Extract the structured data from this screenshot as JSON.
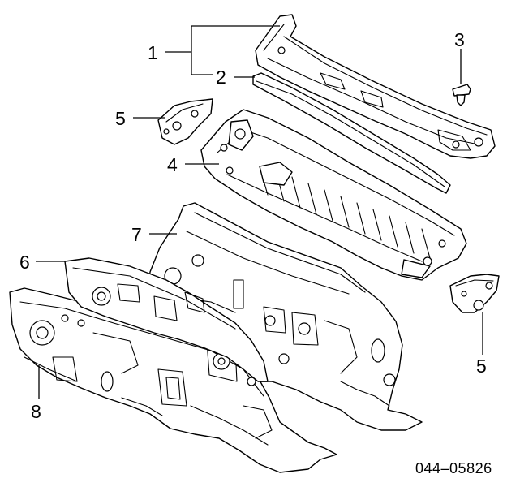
{
  "diagram": {
    "callouts": [
      "1",
      "2",
      "3",
      "4",
      "5",
      "5",
      "6",
      "7",
      "8"
    ],
    "code": "044–05826"
  },
  "colors": {
    "line": "#000000",
    "background": "#ffffff"
  }
}
